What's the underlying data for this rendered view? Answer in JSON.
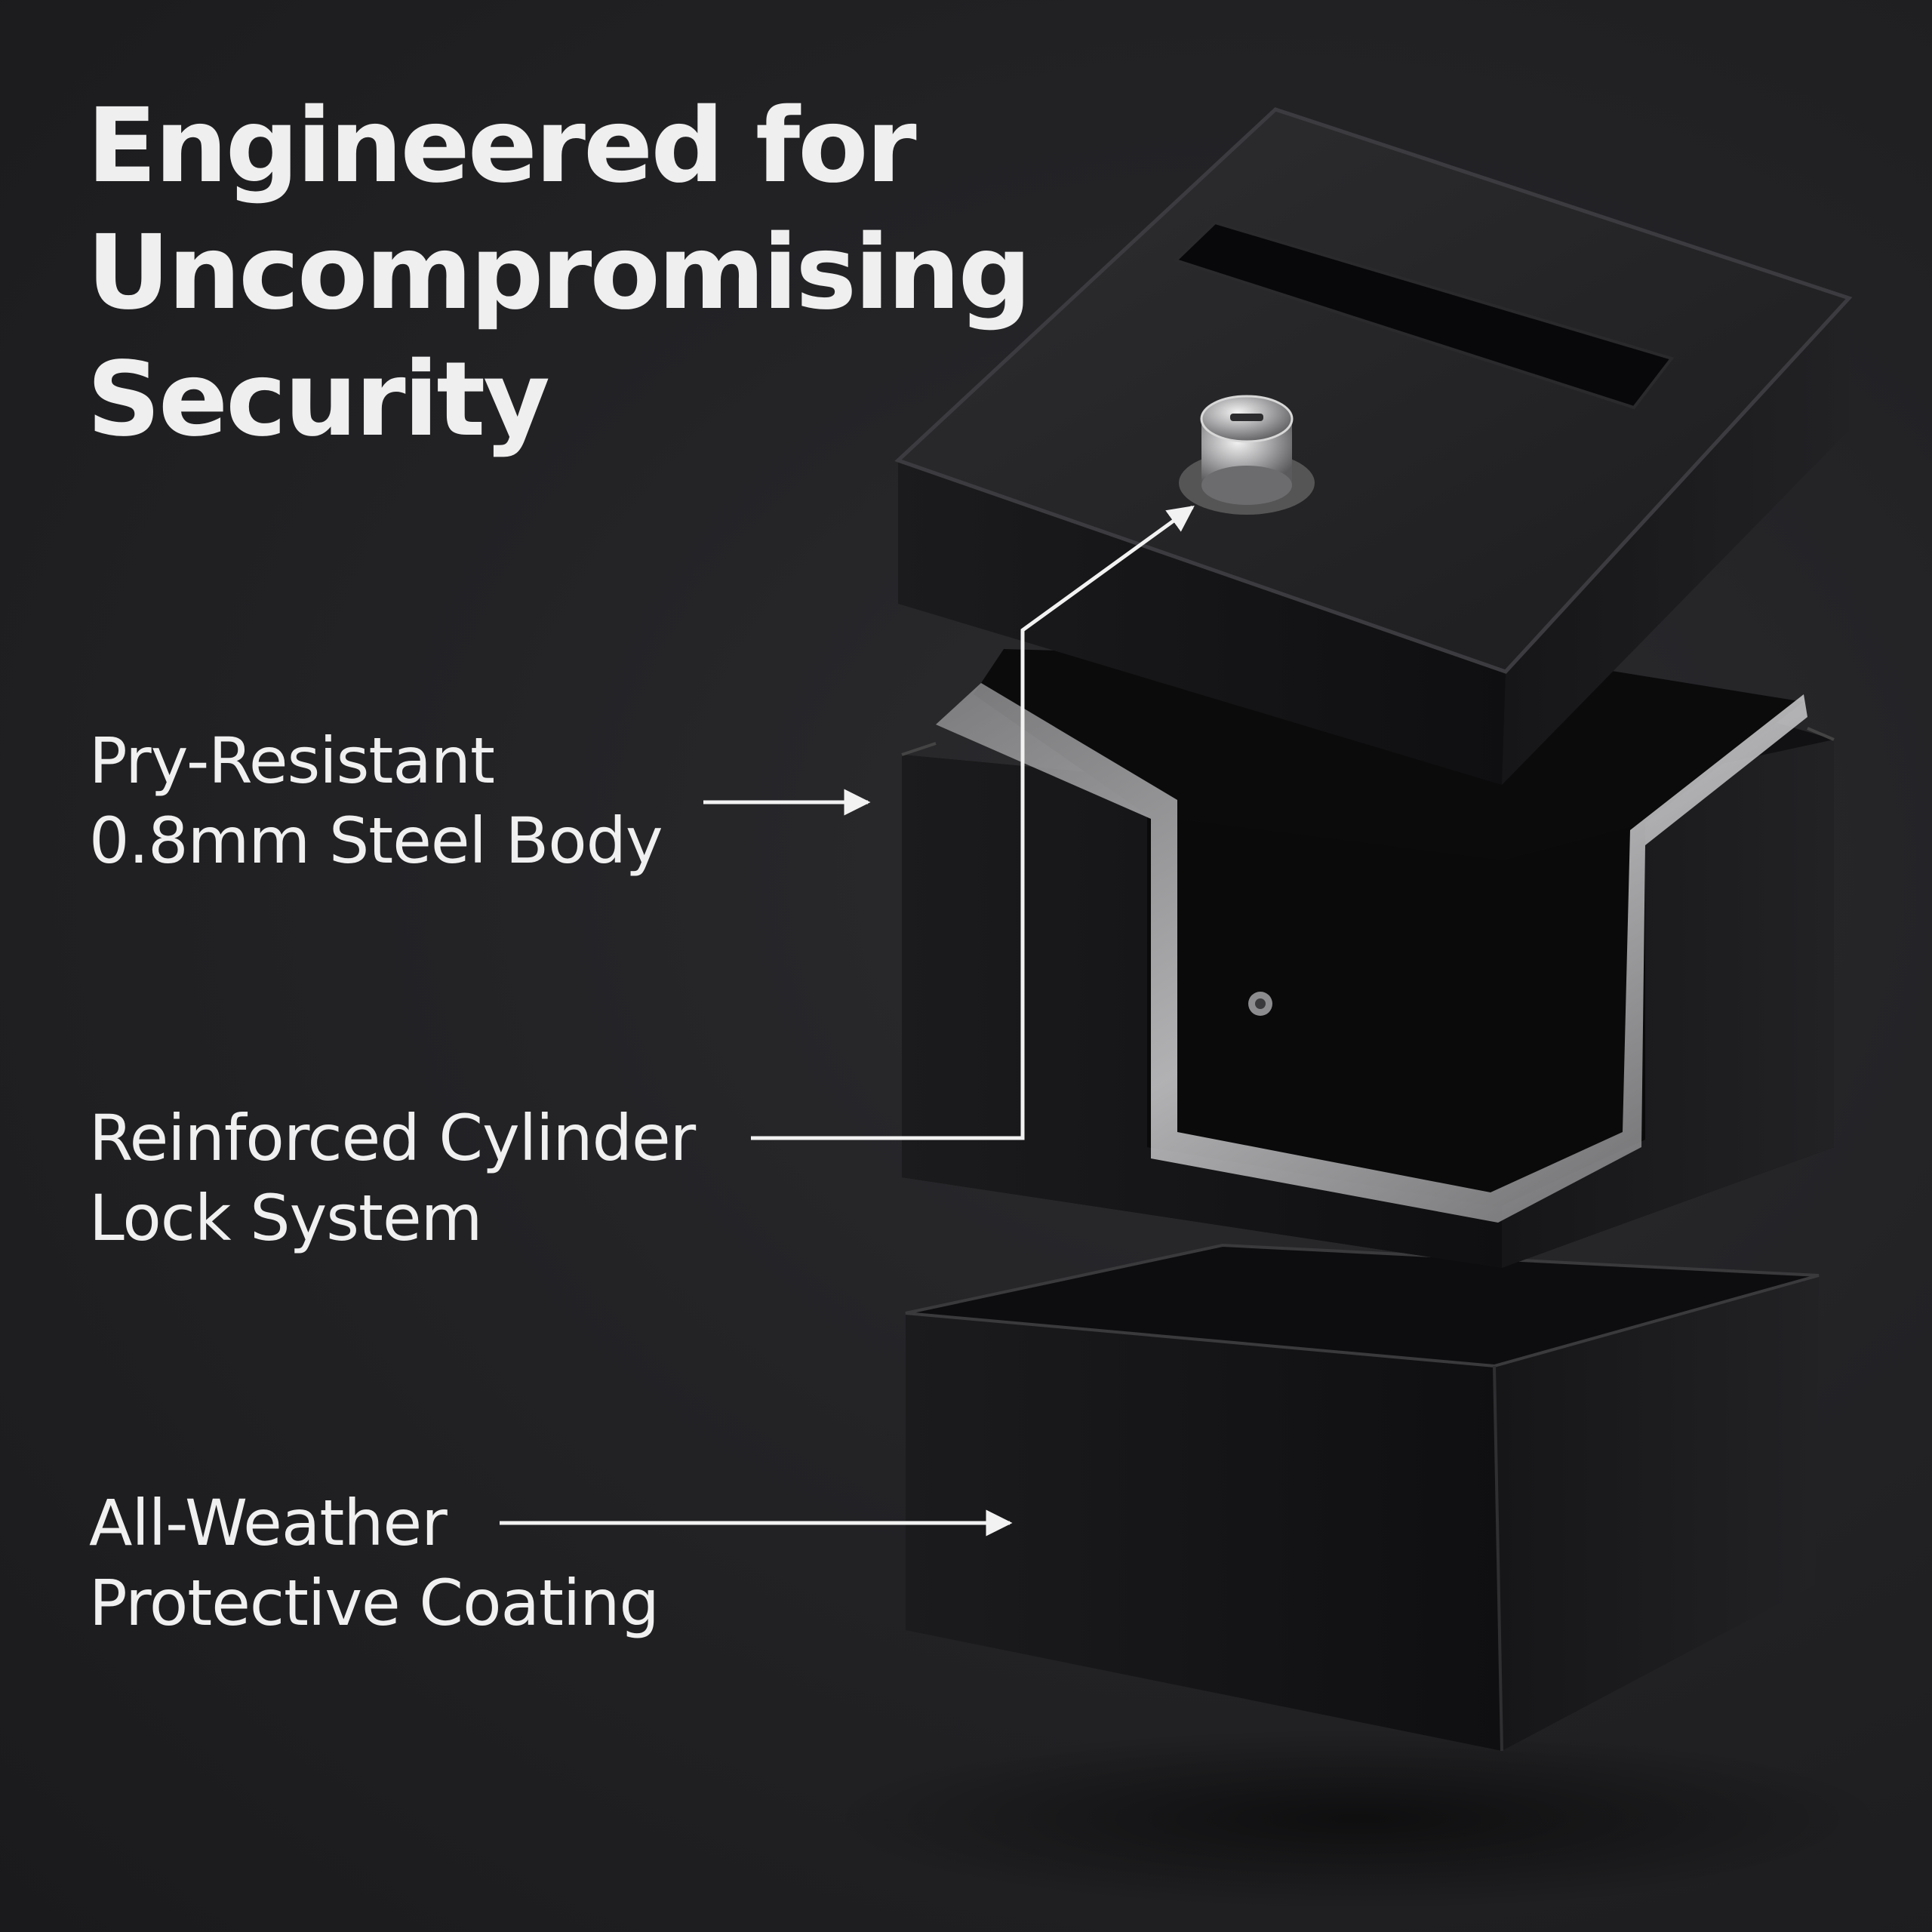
{
  "headline": {
    "line1": "Engineered for",
    "line2": "Uncompromising",
    "line3": "Security"
  },
  "features": [
    {
      "line1": "Pry-Resistant",
      "line2": "0.8mm Steel Body"
    },
    {
      "line1": "Reinforced Cylinder",
      "line2": "Lock System"
    },
    {
      "line1": "All-Weather",
      "line2": "Protective Coating"
    }
  ],
  "colors": {
    "background": "#1f1f21",
    "text": "#efefef",
    "box_body": "#141416",
    "steel": "#a9a9a9"
  },
  "icons": [
    "cylinder-lock-icon",
    "arrow-right-icon",
    "arrow-up-right-icon"
  ]
}
